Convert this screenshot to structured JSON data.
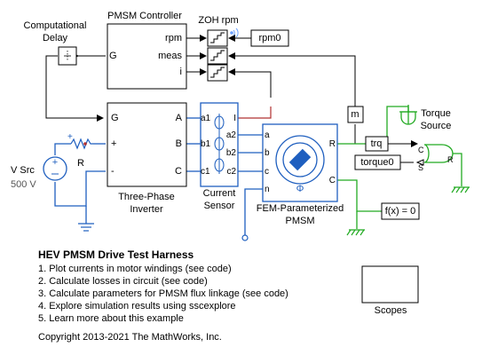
{
  "blocks": {
    "pmsm_controller": {
      "title": "PMSM Controller",
      "port_in": "G",
      "ports_out": [
        "rpm",
        "meas",
        "i"
      ]
    },
    "zoh": {
      "title": "ZOH rpm"
    },
    "rpm_tag": "rpm0",
    "comp_delay": {
      "title_line1": "Computational",
      "title_line2": "Delay"
    },
    "inverter": {
      "title": "Three-Phase",
      "title2": "Inverter",
      "ports_left": [
        "G",
        "+",
        "-"
      ],
      "ports_right": [
        "A",
        "B",
        "C"
      ]
    },
    "vsrc": {
      "name": "V Src",
      "value": "500 V"
    },
    "resistor": {
      "name": "R"
    },
    "current_sensor": {
      "title": "Current",
      "title2": "Sensor",
      "ports_left": [
        "a1",
        "b1",
        "c1"
      ],
      "ports_right": [
        "I",
        "a2",
        "b2",
        "c2"
      ]
    },
    "pmsm": {
      "title": "FEM-Parameterized",
      "title2": "PMSM",
      "ports_left": [
        "a",
        "b",
        "c",
        "n"
      ],
      "ports_right": [
        "R",
        "C"
      ],
      "phi": "Φ"
    },
    "m_tag": "m",
    "trq_tag": "trq",
    "torque_tag": "torque0",
    "torque_source": {
      "title": "Torque",
      "title2": "Source",
      "ports": [
        "C",
        "S",
        "R"
      ]
    },
    "fx": "f(x) = 0",
    "scopes": "Scopes"
  },
  "harness": {
    "title": "HEV PMSM Drive Test Harness",
    "items": [
      "1. Plot currents in motor windings (see code)",
      "2. Calculate losses in circuit (see code)",
      "3. Calculate parameters for PMSM flux linkage (see code)",
      "4. Explore simulation results using sscexplore",
      "5. Learn more about this example"
    ],
    "copyright": "Copyright 2013-2021 The MathWorks, Inc."
  },
  "colors": {
    "signal": "#000000",
    "electrical": "#1f5fbf",
    "mechanical": "#22aa22",
    "wire_red": "#b03030"
  }
}
